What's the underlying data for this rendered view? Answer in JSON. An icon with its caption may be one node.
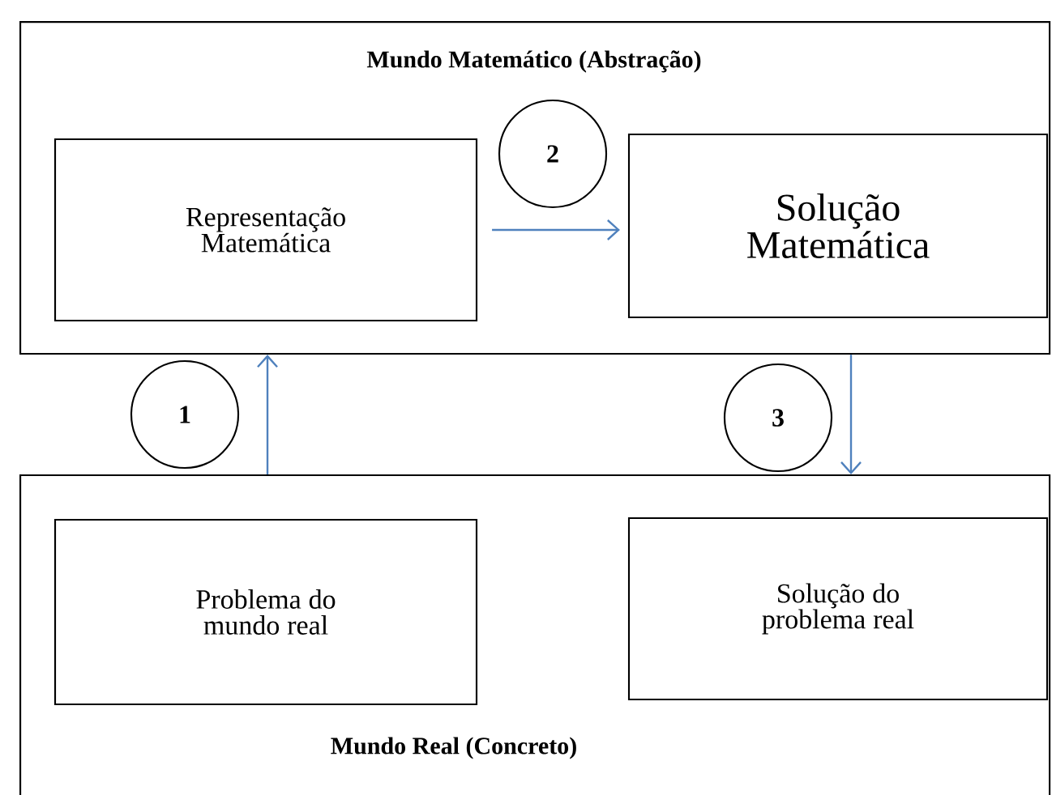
{
  "diagram": {
    "nodes": [
      {
        "text": [
          "Mundo Matemático (Abstração)"
        ]
      },
      {
        "text": [
          "Representação Matemática"
        ],
        "in": 0
      },
      {
        "text": [
          "2"
        ],
        "in": 0
      },
      {
        "text": [
          "Solução Matemática"
        ],
        "in": 0
      },
      {
        "text": [
          "1"
        ]
      },
      {
        "text": [
          "3"
        ]
      },
      {
        "text": [
          "Mundo Real (Concreto)"
        ]
      },
      {
        "text": [
          "Problema do mundo real"
        ],
        "in": 6
      },
      {
        "text": [
          "Solução do problema real"
        ],
        "in": 6
      }
    ],
    "edges": [
      {
        "from": 6,
        "to": 0,
        "arrow": "to"
      },
      {
        "from": 1,
        "to": 3,
        "arrow": "to"
      },
      {
        "from": 0,
        "to": 6,
        "arrow": "to"
      }
    ]
  }
}
